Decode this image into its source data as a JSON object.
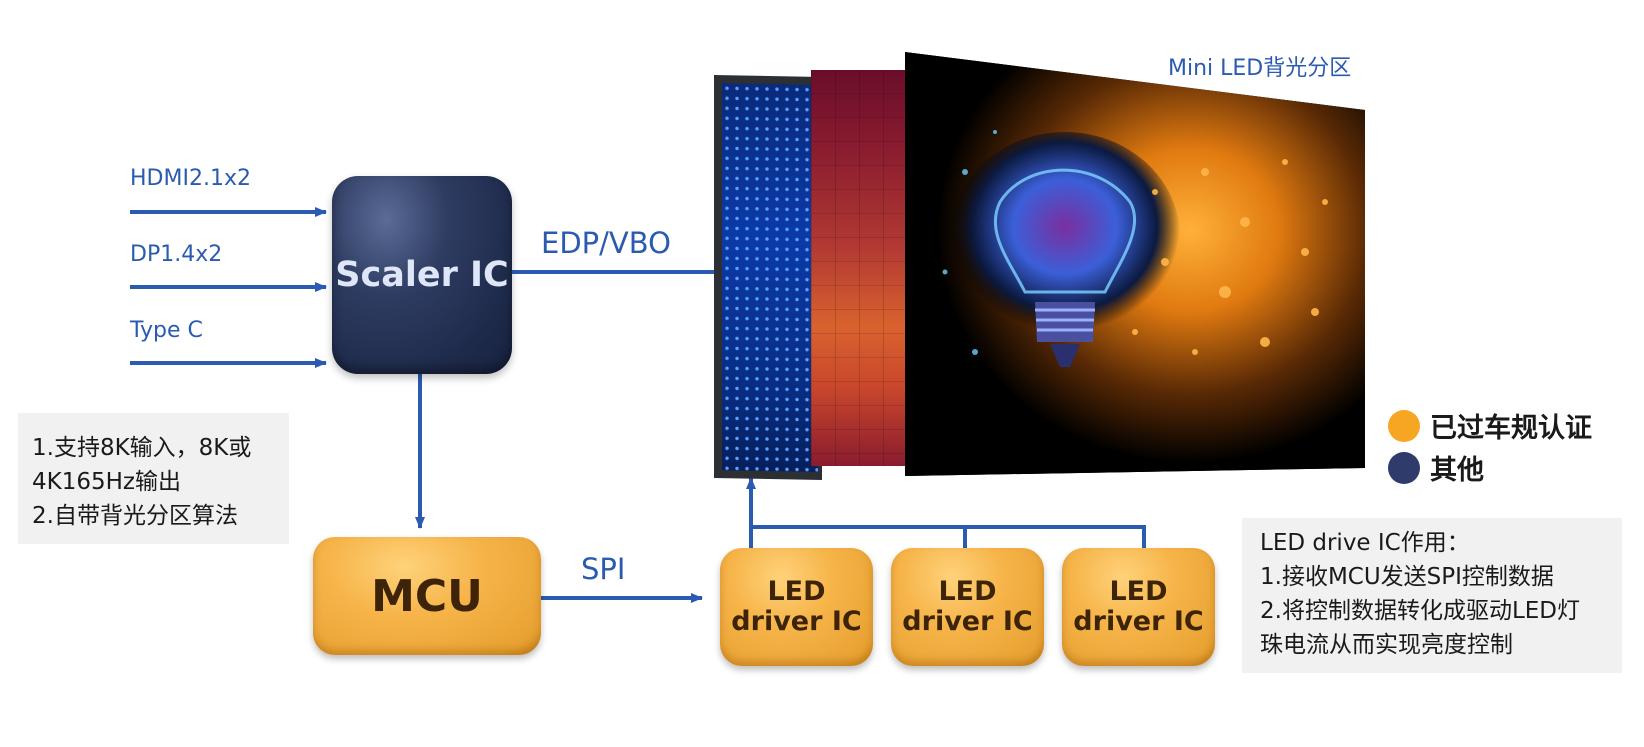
{
  "inputs": [
    {
      "label": "HDMI2.1x2"
    },
    {
      "label": "DP1.4x2"
    },
    {
      "label": "Type C"
    }
  ],
  "blocks": {
    "scaler": "Scaler IC",
    "mcu": "MCU",
    "drivers": [
      {
        "line1": "LED",
        "line2": "driver IC"
      },
      {
        "line1": "LED",
        "line2": "driver IC"
      },
      {
        "line1": "LED",
        "line2": "driver IC"
      }
    ]
  },
  "links": {
    "edp": "EDP/VBO",
    "spi": "SPI"
  },
  "display_title": "Mini LED背光分区",
  "note_scaler": {
    "line1": "1.支持8K输入，8K或",
    "line2": "4K165Hz输出",
    "line3": "2.自带背光分区算法"
  },
  "note_driver": {
    "title": "LED drive IC作用：",
    "line1": "1.接收MCU发送SPI控制数据",
    "line2": "2.将控制数据转化成驱动LED灯",
    "line3": "珠电流从而实现亮度控制"
  },
  "legend": [
    {
      "label": "已过车规认证",
      "color": "#f6a623"
    },
    {
      "label": "其他",
      "color": "#2e3b6b"
    }
  ],
  "colors": {
    "arrow": "#2b5bb0",
    "scaler": "#1e2a4a",
    "orange": "#f6b449"
  }
}
